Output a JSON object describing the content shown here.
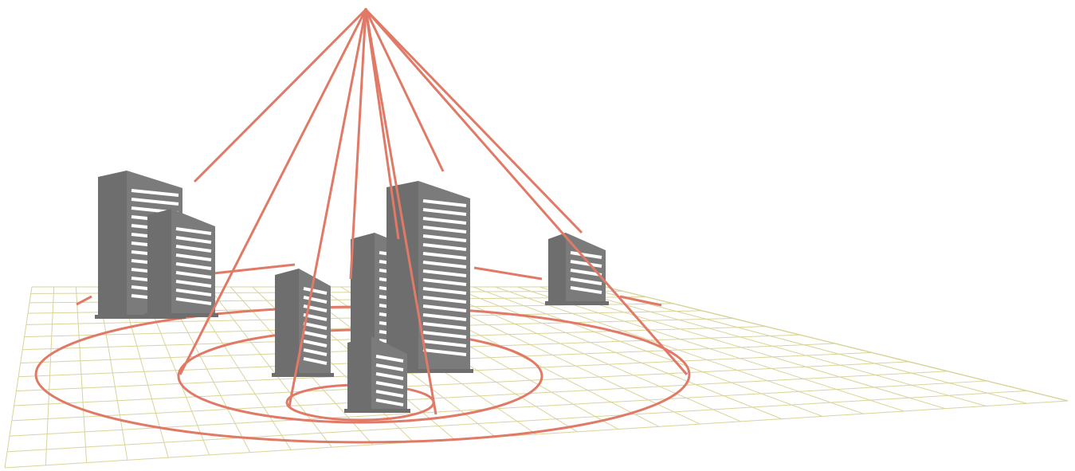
{
  "colors": {
    "background": "#ffffff",
    "grid": "#d9d49a",
    "ray": "#e07a66",
    "building_dark": "#6e6e6e",
    "building_mid": "#7b7b7b",
    "window": "#ffffff"
  },
  "scene": {
    "elements": [
      "ground-grid",
      "source-point",
      "ray-lines",
      "range-ellipses",
      "building-left-tall",
      "building-left-short",
      "building-center-cluster",
      "building-front-small",
      "building-right-small"
    ]
  }
}
